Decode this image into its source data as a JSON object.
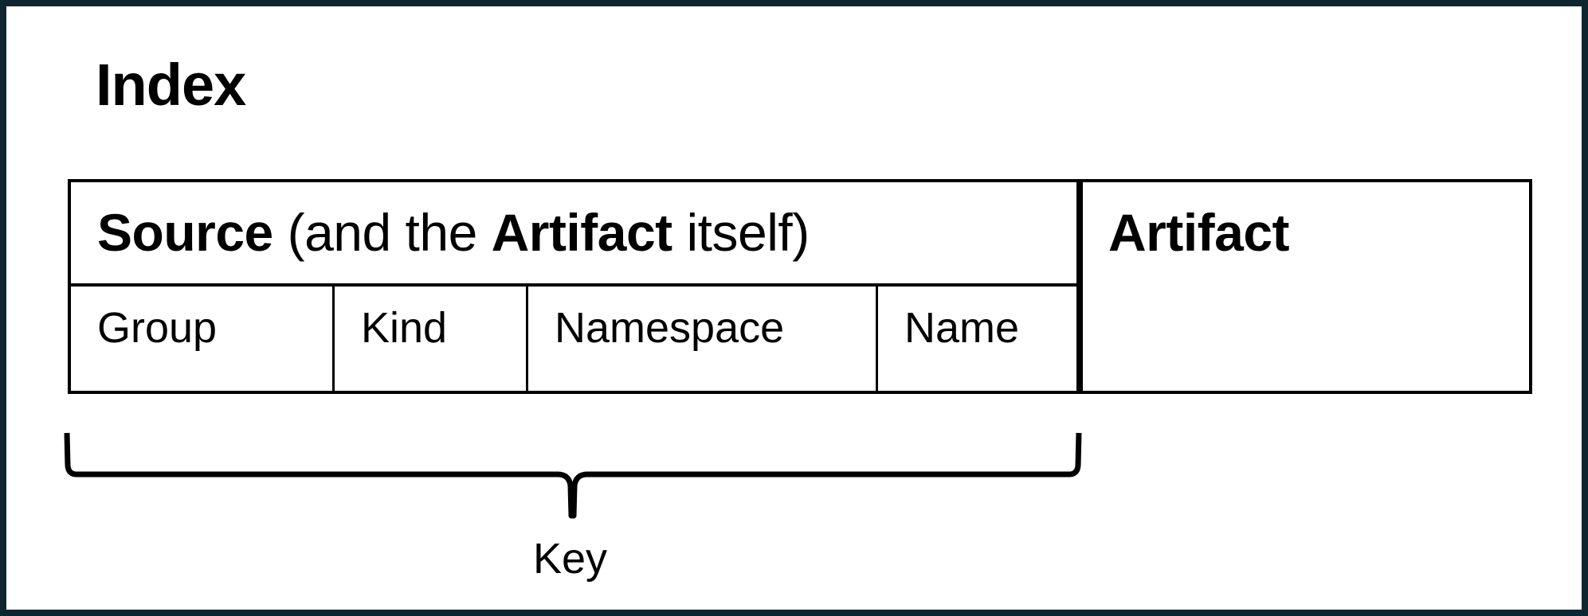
{
  "title": "Index",
  "table": {
    "source_header": {
      "bold_1": "Source",
      "normal_1": " (and the ",
      "bold_2": "Artifact",
      "normal_2": " itself)"
    },
    "artifact_header": "Artifact",
    "columns": [
      {
        "label": "Group"
      },
      {
        "label": "Kind"
      },
      {
        "label": "Namespace"
      },
      {
        "label": "Name"
      }
    ]
  },
  "brace_label": "Key",
  "colors": {
    "frame_border": "#0d2630",
    "lines": "#000000",
    "background": "#ffffff"
  }
}
